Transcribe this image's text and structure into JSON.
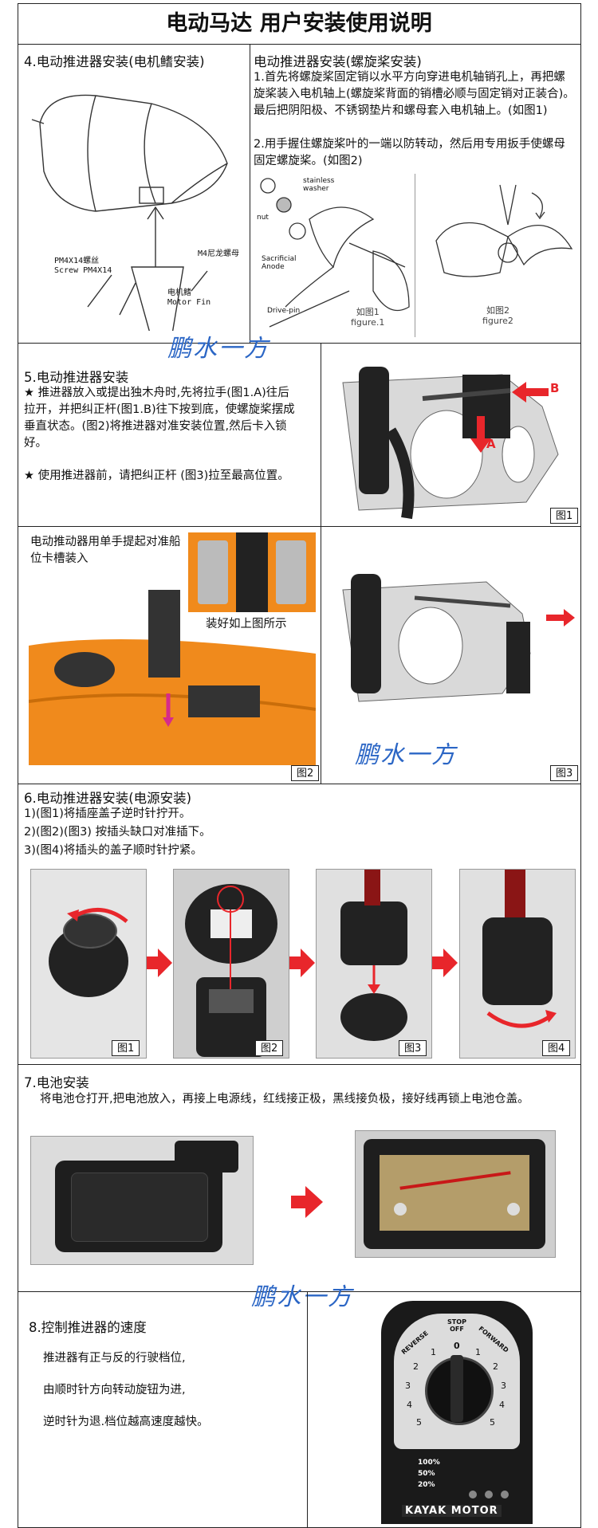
{
  "title": "电动马达 用户安装使用说明",
  "s4": {
    "heading_left": "4.电动推进器安装(电机鳍安装)",
    "heading_right": "电动推进器安装(螺旋桨安装)",
    "step1": "1.首先将螺旋桨固定销以水平方向穿进电机轴销孔上，再把螺旋桨装入电机轴上(螺旋桨背面的销槽必顺与固定销对正装合)。最后把阴阳极、不锈钢垫片和螺母套入电机轴上。(如图1)",
    "step2": "2.用手握住螺旋桨叶的一端以防转动，然后用专用扳手使螺母固定螺旋桨。(如图2)",
    "fin_screw_label_cn": "PM4X14螺丝",
    "fin_screw_label_en": "Screw PM4X14",
    "fin_nut_label": "M4尼龙螺母",
    "fin_label_cn": "电机鳍",
    "fin_label_en": "Motor Fin",
    "fig1_labels": {
      "stainless": "stainless washer",
      "nut": "nut",
      "anode": "Sacrificial Anode",
      "pin": "Drive-pin",
      "caption_cn": "如图1",
      "caption_en": "figure.1"
    },
    "fig2_caption_cn": "如图2",
    "fig2_caption_en": "figure2"
  },
  "s5": {
    "heading": "5.电动推进器安装",
    "bullet1": "★ 推进器放入或提出独木舟时,先将拉手(图1.A)往后拉开，并把纠正杆(图1.B)往下按到底，使螺旋桨摆成垂直状态。(图2)将推进器对准安装位置,然后卡入锁好。",
    "bullet2": "★ 使用推进器前，请把纠正杆 (图3)拉至最高位置。",
    "fig1": "图1",
    "label_a": "A",
    "label_b": "B",
    "mount_text": "电动推动器用单手提起对准船位卡槽装入",
    "mounted_text": "装好如上图所示",
    "fig2": "图2",
    "fig3": "图3"
  },
  "s6": {
    "heading": "6.电动推进器安装(电源安装)",
    "step1": "1)(图1)将插座盖子逆时针拧开。",
    "step2": "2)(图2)(图3) 按插头缺口对准插下。",
    "step3": "3)(图4)将插头的盖子顺时针拧紧。",
    "figs": [
      "图1",
      "图2",
      "图3",
      "图4"
    ]
  },
  "s7": {
    "heading": "7.电池安装",
    "text": "将电池仓打开,把电池放入，再接上电源线，红线接正极，黑线接负极，接好线再锁上电池仓盖。"
  },
  "s8": {
    "heading": "8.控制推进器的速度",
    "line1": "推进器有正与反的行驶档位,",
    "line2": "由顺时针方向转动旋钮为进,",
    "line3": "逆时针为退.档位越高速度越快。",
    "dial_reverse": "REVERSE",
    "dial_stop": "STOP OFF",
    "dial_forward": "FORWARD",
    "dial_pct": [
      "100%",
      "50%",
      "20%"
    ],
    "brand": "KAYAK MOTOR",
    "nums_left": [
      "5",
      "4",
      "3",
      "2",
      "1"
    ],
    "nums_right": [
      "1",
      "2",
      "3",
      "4",
      "5"
    ],
    "zero": "0"
  },
  "watermark": "鹏水一方",
  "colors": {
    "accent_red": "#e8262b",
    "kayak_orange": "#f08a1c",
    "water_blue": "#2b66c5"
  }
}
